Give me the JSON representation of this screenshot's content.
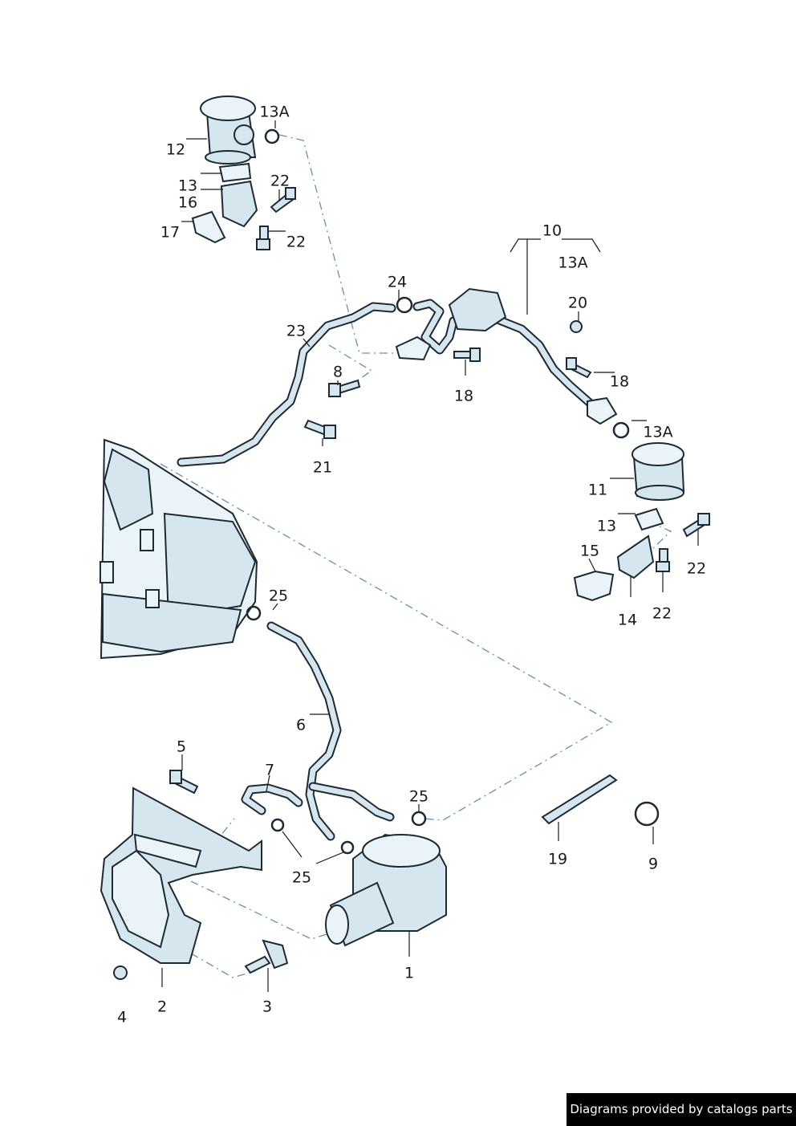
{
  "diagram": {
    "callouts": [
      {
        "id": "c12",
        "text": "12"
      },
      {
        "id": "c13a_top",
        "text": "13A"
      },
      {
        "id": "c13_top",
        "text": "13"
      },
      {
        "id": "c16",
        "text": "16"
      },
      {
        "id": "c17",
        "text": "17"
      },
      {
        "id": "c22_a",
        "text": "22"
      },
      {
        "id": "c22_b",
        "text": "22"
      },
      {
        "id": "c10",
        "text": "10"
      },
      {
        "id": "c13a_mid",
        "text": "13A"
      },
      {
        "id": "c24",
        "text": "24"
      },
      {
        "id": "c20",
        "text": "20"
      },
      {
        "id": "c23",
        "text": "23"
      },
      {
        "id": "c8",
        "text": "8"
      },
      {
        "id": "c18_a",
        "text": "18"
      },
      {
        "id": "c18_b",
        "text": "18"
      },
      {
        "id": "c13a_right",
        "text": "13A"
      },
      {
        "id": "c21",
        "text": "21"
      },
      {
        "id": "c11",
        "text": "11"
      },
      {
        "id": "c13_right",
        "text": "13"
      },
      {
        "id": "c22_c",
        "text": "22"
      },
      {
        "id": "c15",
        "text": "15"
      },
      {
        "id": "c14",
        "text": "14"
      },
      {
        "id": "c22_d",
        "text": "22"
      },
      {
        "id": "c25_top",
        "text": "25"
      },
      {
        "id": "c6",
        "text": "6"
      },
      {
        "id": "c5",
        "text": "5"
      },
      {
        "id": "c7",
        "text": "7"
      },
      {
        "id": "c25_right",
        "text": "25"
      },
      {
        "id": "c25_bottom",
        "text": "25"
      },
      {
        "id": "c19",
        "text": "19"
      },
      {
        "id": "c9",
        "text": "9"
      },
      {
        "id": "c1",
        "text": "1"
      },
      {
        "id": "c4",
        "text": "4"
      },
      {
        "id": "c2",
        "text": "2"
      },
      {
        "id": "c3",
        "text": "3"
      }
    ]
  },
  "credit": {
    "text": "Diagrams provided by catalogs parts"
  }
}
